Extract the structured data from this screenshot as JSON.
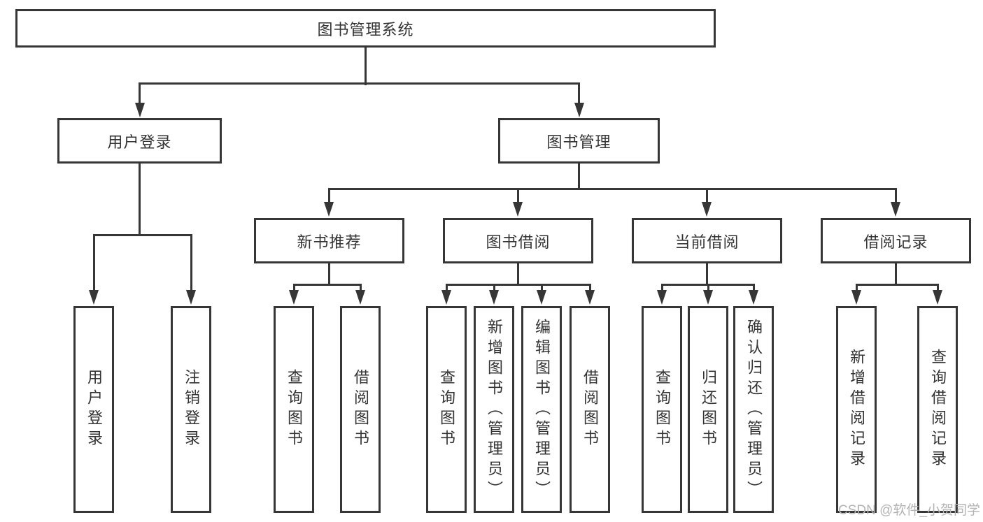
{
  "diagram": {
    "root": {
      "label": "图书管理系统"
    },
    "level2": [
      {
        "label": "用户登录"
      },
      {
        "label": "图书管理"
      }
    ],
    "level3": [
      {
        "label": "新书推荐"
      },
      {
        "label": "图书借阅"
      },
      {
        "label": "当前借阅"
      },
      {
        "label": "借阅记录"
      }
    ],
    "leaves": {
      "login": [
        "用户登录",
        "注销登录"
      ],
      "recommend": [
        "查询图书",
        "借阅图书"
      ],
      "borrow": [
        "查询图书",
        "新增图书（管理员）",
        "编辑图书（管理员）",
        "借阅图书"
      ],
      "current": [
        "查询图书",
        "归还图书",
        "确认归还（管理员）"
      ],
      "records": [
        "新增借阅记录",
        "查询借阅记录"
      ]
    }
  },
  "watermark": {
    "text": "CSDN @软件_小贺同学"
  },
  "colors": {
    "line": "#363636",
    "text": "#333333",
    "background": "#ffffff",
    "watermark": "#b3b3b3"
  }
}
